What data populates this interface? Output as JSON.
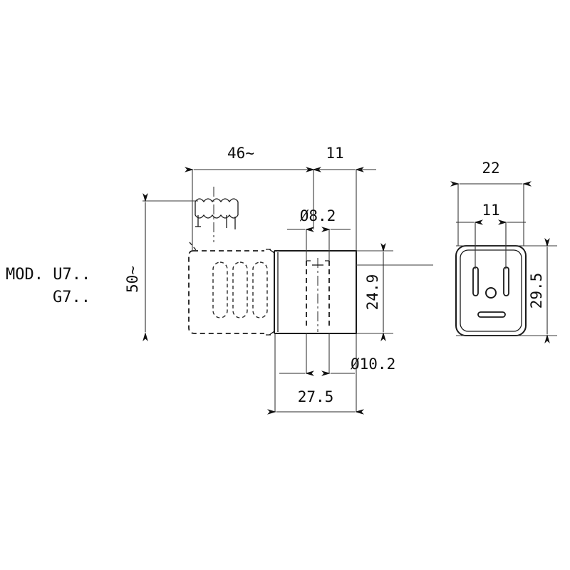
{
  "drawing": {
    "title": "Connector outline dimension drawing",
    "model_label_line1": "MOD. U7..",
    "model_label_line2": "G7..",
    "background_color": "#ffffff",
    "line_color": "#1a1a1a",
    "text_color": "#0d0d0d"
  },
  "dimensions": {
    "top_chain_left": "46~",
    "top_chain_right": "11",
    "bore_upper": "Ø8.2",
    "bore_lower": "Ø10.2",
    "body_width": "27.5",
    "body_height": "24.9",
    "overall_height": "50~",
    "side_width_outer": "22",
    "side_width_inner": "11",
    "side_height": "29.5"
  },
  "views": {
    "front_view": {
      "name": "front-side-view",
      "features": [
        "cable-gland",
        "hidden-body-outline",
        "terminal-slots",
        "solid-connector-body",
        "hidden-bores",
        "center-line"
      ]
    },
    "side_view": {
      "name": "end-face-view",
      "features": [
        "rounded-rectangle-face",
        "contact-slot-left",
        "contact-slot-right",
        "earth-pin-hole",
        "lower-slot"
      ]
    }
  },
  "icons": {
    "arrow": "dimension-arrow",
    "diameter_symbol": "Ø"
  }
}
